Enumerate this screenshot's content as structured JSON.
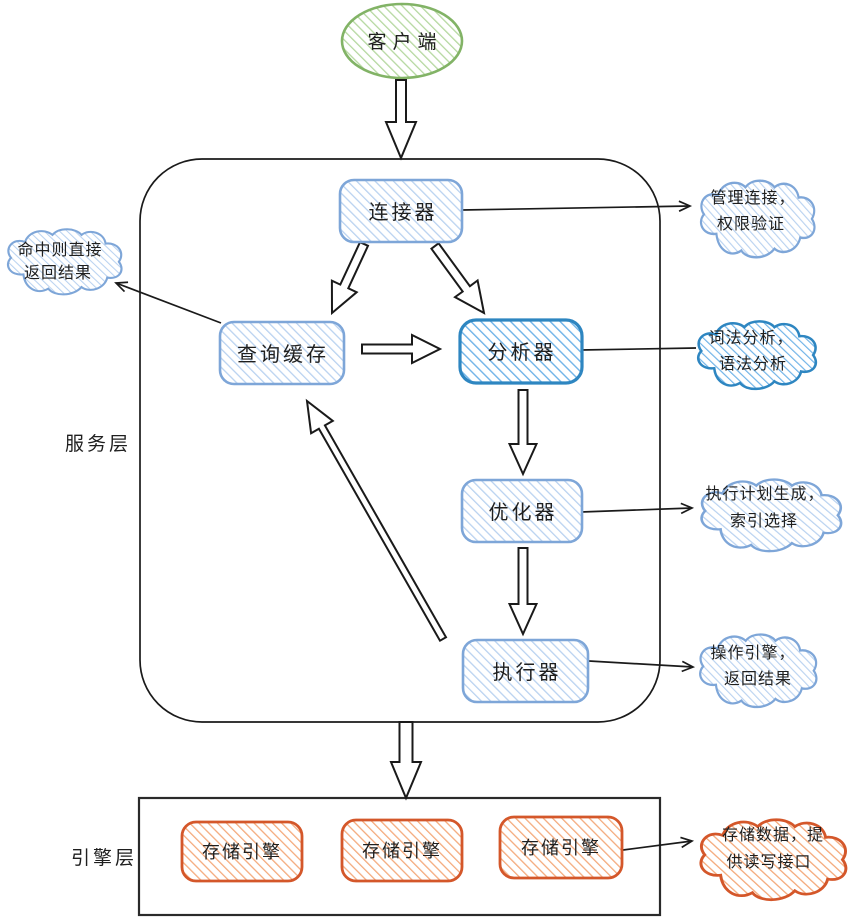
{
  "client": {
    "label": "客户端"
  },
  "layers": {
    "service_label": "服务层",
    "engine_label": "引擎层"
  },
  "nodes": {
    "connector": "连接器",
    "query_cache": "查询缓存",
    "analyzer": "分析器",
    "optimizer": "优化器",
    "executor": "执行器",
    "storage_engines": [
      "存储引擎",
      "存储引擎",
      "存储引擎"
    ]
  },
  "annotations": {
    "cache_hit": {
      "line1": "命中则直接",
      "line2": "返回结果"
    },
    "connector_note": {
      "line1": "管理连接，",
      "line2": "权限验证"
    },
    "analyzer_note": {
      "line1": "词法分析，",
      "line2": "语法分析"
    },
    "optimizer_note": {
      "line1": "执行计划生成，",
      "line2": "索引选择"
    },
    "executor_note": {
      "line1": "操作引擎，",
      "line2": "返回结果"
    },
    "storage_note": {
      "line1": "存储数据，提",
      "line2": "供读写接口"
    }
  },
  "colors": {
    "client_green": "#82b366",
    "box_blue": "#7ea6d8",
    "box_blue_dark": "#2e86c1",
    "box_orange": "#d4572a",
    "line_black": "#1a1a1a"
  }
}
